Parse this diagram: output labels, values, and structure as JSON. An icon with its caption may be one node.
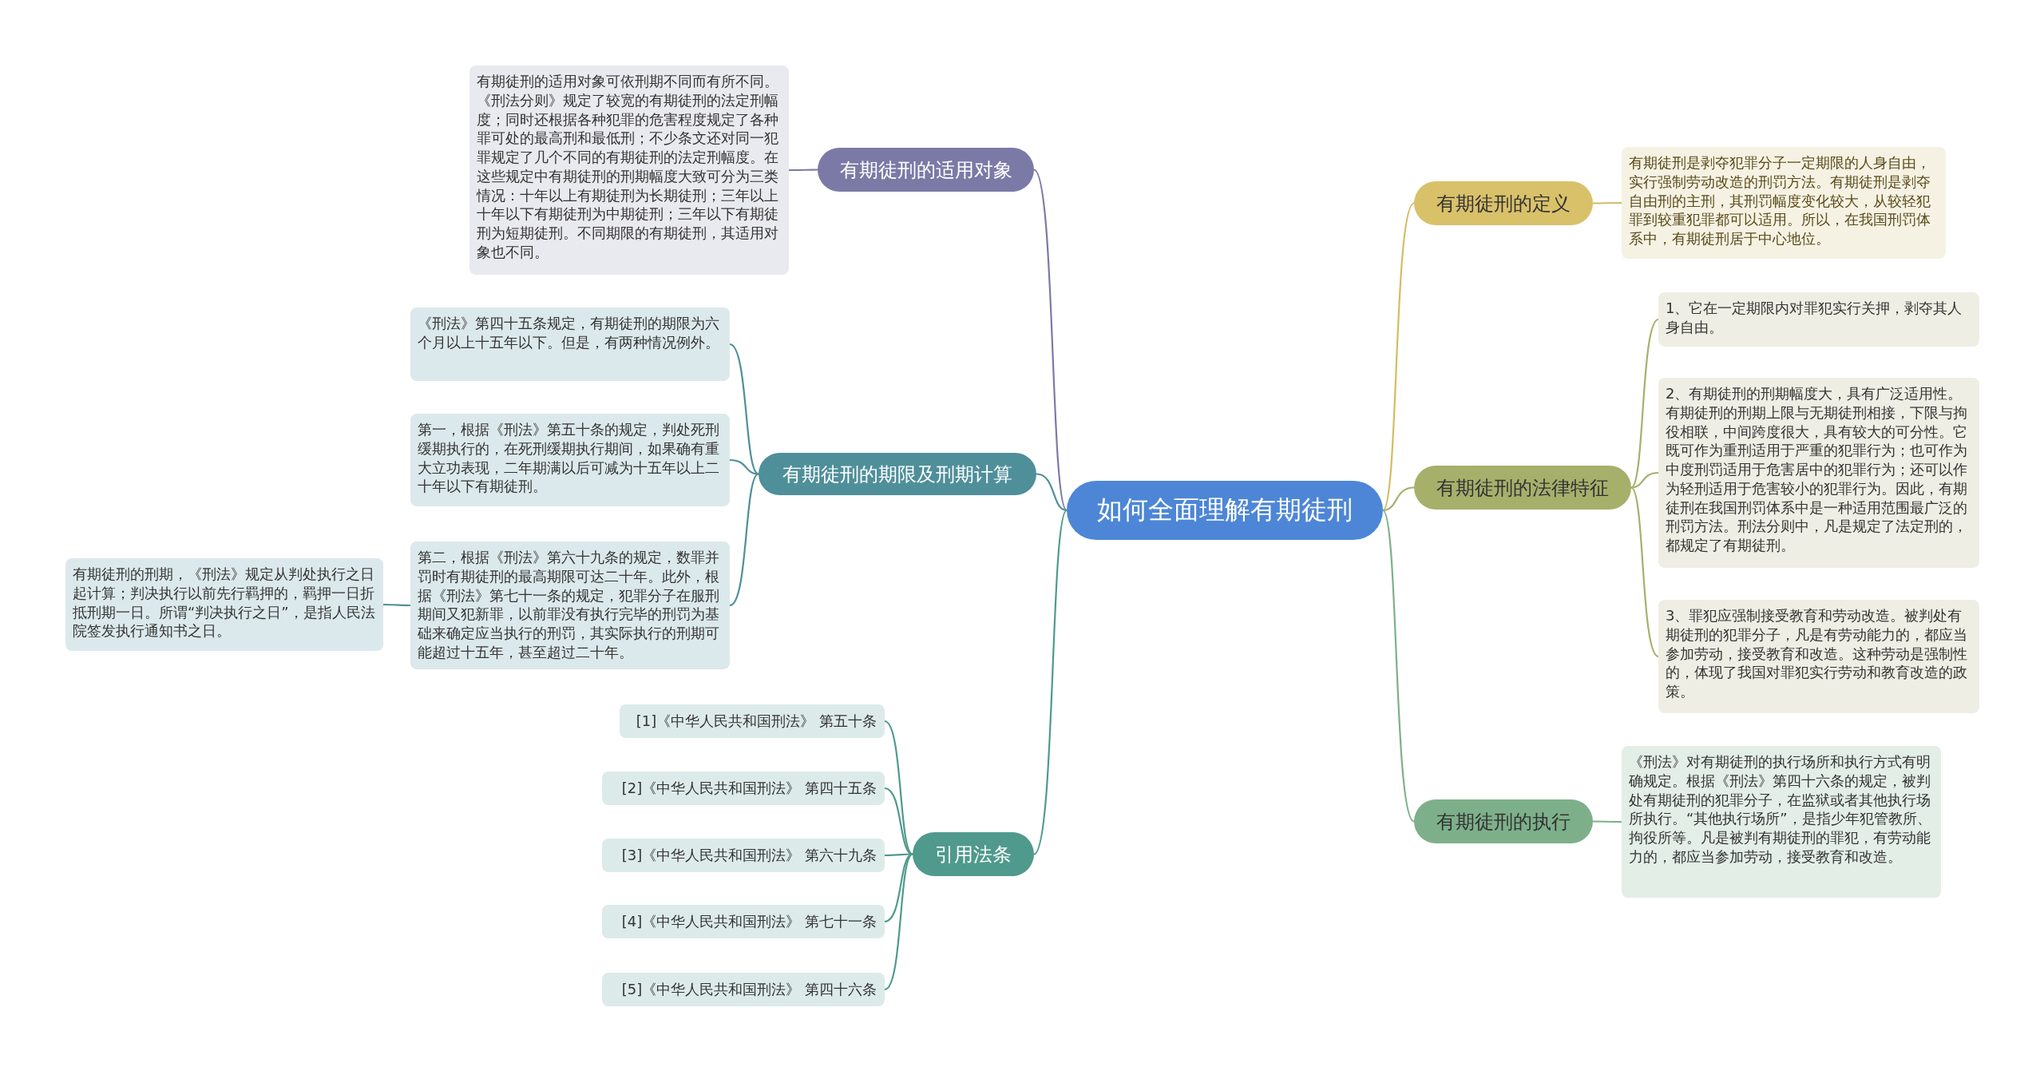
{
  "diagram": {
    "nodes": [
      {
        "text": [
          "如何全面理解有期徒刑"
        ]
      },
      {
        "text": [
          "有期徒刑的适用对象"
        ]
      },
      {
        "text": [
          "有期徒刑的适用对象可依刑期不同而有所不同。《刑法分则》规定了较宽的有期徒刑的法定刑幅度；同时还根据各种犯罪的危害程度规定了各种罪可处的最高刑和最低刑；不少条文还对同一犯罪规定了几个不同的有期徒刑的法定刑幅度。在这些规定中有期徒刑的刑期幅度大致可分为三类情况：十年以上有期徒刑为长期徒刑；三年以上十年以下有期徒刑为中期徒刑；三年以下有期徒刑为短期徒刑。不同期限的有期徒刑，其适用对象也不同。"
        ]
      },
      {
        "text": [
          "有期徒刑的期限及刑期计算"
        ]
      },
      {
        "text": [
          "《刑法》第四十五条规定，有期徒刑的期限为六个月以上十五年以下。但是，有两种情况例外。"
        ]
      },
      {
        "text": [
          "第一，根据《刑法》第五十条的规定，判处死刑缓期执行的，在死刑缓期执行期间，如果确有重大立功表现，二年期满以后可减为十五年以上二十年以下有期徒刑。"
        ]
      },
      {
        "text": [
          "第二，根据《刑法》第六十九条的规定，数罪并罚时有期徒刑的最高期限可达二十年。此外，根据《刑法》第七十一条的规定，犯罪分子在服刑期间又犯新罪，以前罪没有执行完毕的刑罚为基础来确定应当执行的刑罚，其实际执行的刑期可能超过十五年，甚至超过二十年。"
        ]
      },
      {
        "text": [
          "有期徒刑的刑期，《刑法》规定从判处执行之日起计算；判决执行以前先行羁押的，羁押一日折抵刑期一日。所谓“判决执行之日”，是指人民法院签发执行通知书之日。"
        ]
      },
      {
        "text": [
          "引用法条"
        ]
      },
      {
        "text": [
          "[1]《中华人民共和国刑法》 第五十条"
        ]
      },
      {
        "text": [
          "[2]《中华人民共和国刑法》 第四十五条"
        ]
      },
      {
        "text": [
          "[3]《中华人民共和国刑法》 第六十九条"
        ]
      },
      {
        "text": [
          "[4]《中华人民共和国刑法》 第七十一条"
        ]
      },
      {
        "text": [
          "[5]《中华人民共和国刑法》 第四十六条"
        ]
      },
      {
        "text": [
          "有期徒刑的定义"
        ]
      },
      {
        "text": [
          "有期徒刑是剥夺犯罪分子一定期限的人身自由，实行强制劳动改造的刑罚方法。有期徒刑是剥夺自由刑的主刑，其刑罚幅度变化较大，从较轻犯罪到较重犯罪都可以适用。所以，在我国刑罚体系中，有期徒刑居于中心地位。"
        ]
      },
      {
        "text": [
          "有期徒刑的法律特征"
        ]
      },
      {
        "text": [
          "1、它在一定期限内对罪犯实行关押，剥夺其人身自由。"
        ]
      },
      {
        "text": [
          "2、有期徒刑的刑期幅度大，具有广泛适用性。有期徒刑的刑期上限与无期徒刑相接，下限与拘役相联，中间跨度很大，具有较大的可分性。它既可作为重刑适用于严重的犯罪行为；也可作为中度刑罚适用于危害居中的犯罪行为；还可以作为轻刑适用于危害较小的犯罪行为。因此，有期徒刑在我国刑罚体系中是一种适用范围最广泛的刑罚方法。刑法分则中，凡是规定了法定刑的，都规定了有期徒刑。"
        ]
      },
      {
        "text": [
          "3、罪犯应强制接受教育和劳动改造。被判处有期徒刑的犯罪分子，凡是有劳动能力的，都应当参加劳动，接受教育和改造。这种劳动是强制性的，体现了我国对罪犯实行劳动和教育改造的政策。"
        ]
      },
      {
        "text": [
          "有期徒刑的执行"
        ]
      },
      {
        "text": [
          "《刑法》对有期徒刑的执行场所和执行方式有明确规定。根据《刑法》第四十六条的规定，被判处有期徒刑的犯罪分子，在监狱或者其他执行场所执行。“其他执行场所”，是指少年犯管教所、拘役所等。凡是被判有期徒刑的罪犯，有劳动能力的，都应当参加劳动，接受教育和改造。"
        ]
      }
    ],
    "edges": [
      {
        "from": 0,
        "to": 1,
        "arrow": "none",
        "color": "#7b7aa6"
      },
      {
        "from": 1,
        "to": 2,
        "arrow": "none",
        "color": "#7b7aa6"
      },
      {
        "from": 0,
        "to": 3,
        "arrow": "none",
        "color": "#4f8f9a"
      },
      {
        "from": 3,
        "to": 4,
        "arrow": "none",
        "color": "#4f8f9a"
      },
      {
        "from": 3,
        "to": 5,
        "arrow": "none",
        "color": "#4f8f9a"
      },
      {
        "from": 3,
        "to": 6,
        "arrow": "none",
        "color": "#4f8f9a"
      },
      {
        "from": 6,
        "to": 7,
        "arrow": "none",
        "color": "#4f8f9a"
      },
      {
        "from": 0,
        "to": 8,
        "arrow": "none",
        "color": "#4f9a8c"
      },
      {
        "from": 8,
        "to": 9,
        "arrow": "none",
        "color": "#4f9a8c"
      },
      {
        "from": 8,
        "to": 10,
        "arrow": "none",
        "color": "#4f9a8c"
      },
      {
        "from": 8,
        "to": 11,
        "arrow": "none",
        "color": "#4f9a8c"
      },
      {
        "from": 8,
        "to": 12,
        "arrow": "none",
        "color": "#4f9a8c"
      },
      {
        "from": 8,
        "to": 13,
        "arrow": "none",
        "color": "#4f9a8c"
      },
      {
        "from": 0,
        "to": 14,
        "arrow": "none",
        "color": "#d4bc62"
      },
      {
        "from": 14,
        "to": 15,
        "arrow": "none",
        "color": "#d4bc62"
      },
      {
        "from": 0,
        "to": 16,
        "arrow": "none",
        "color": "#a6b06b"
      },
      {
        "from": 16,
        "to": 17,
        "arrow": "none",
        "color": "#a6b06b"
      },
      {
        "from": 16,
        "to": 18,
        "arrow": "none",
        "color": "#a6b06b"
      },
      {
        "from": 16,
        "to": 19,
        "arrow": "none",
        "color": "#a6b06b"
      },
      {
        "from": 0,
        "to": 20,
        "arrow": "none",
        "color": "#7db08a"
      },
      {
        "from": 20,
        "to": 21,
        "arrow": "none",
        "color": "#7db08a"
      }
    ]
  }
}
